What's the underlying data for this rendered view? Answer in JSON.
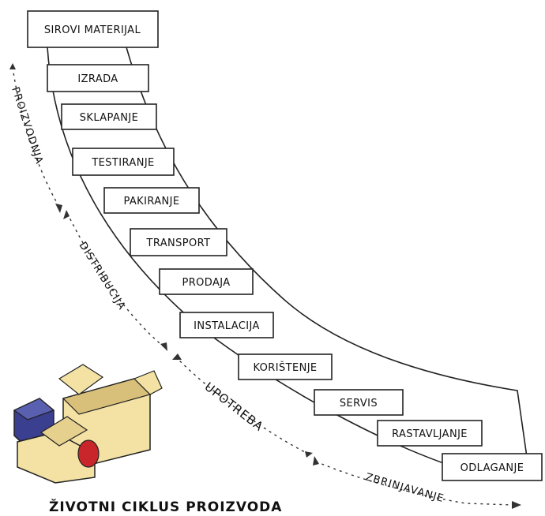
{
  "title": "ŽIVOTNI CIKLUS PROIZVODA",
  "stages": [
    "SIROVI MATERIJAL",
    "IZRADA",
    "SKLAPANJE",
    "TESTIRANJE",
    "PAKIRANJE",
    "TRANSPORT",
    "PRODAJA",
    "INSTALACIJA",
    "KORIŠTENJE",
    "SERVIS",
    "RASTAVLJANJE",
    "ODLAGANJE"
  ],
  "phases": [
    "PROIZVODNJA",
    "DISTRIBUCIJA",
    "UPOTREBA",
    "ZBRINJAVANJE"
  ],
  "colors": {
    "box_tan": "#f3e2a4",
    "box_tan_dark": "#d8c07a",
    "box_blue": "#3a3f8f",
    "box_red": "#c8262b"
  }
}
